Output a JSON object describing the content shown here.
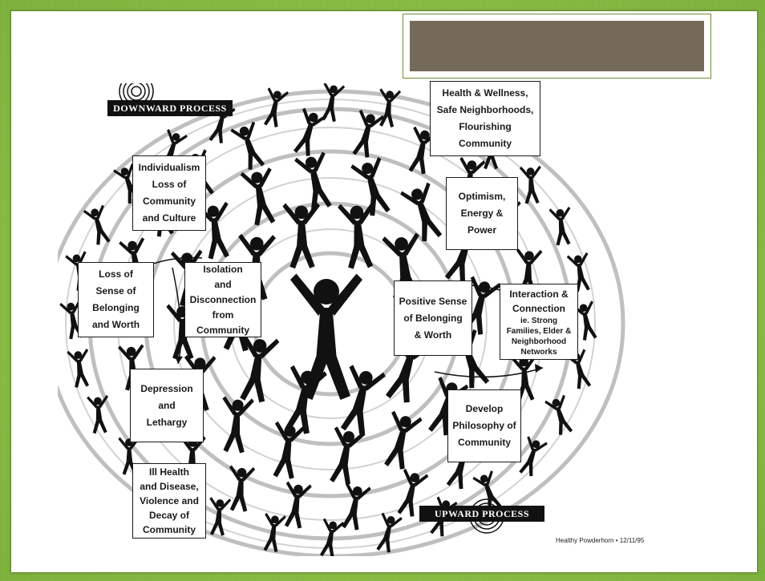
{
  "colors": {
    "background_green": "#8fc24a",
    "panel_white": "#ffffff",
    "title_box_fill": "#756959",
    "ink": "#1a1a1a"
  },
  "banners": {
    "downward": "DOWNWARD PROCESS",
    "upward": "UPWARD PROCESS"
  },
  "boxes": {
    "health_wellness": "Health & Wellness,\nSafe Neighborhoods,\nFlourishing\nCommunity",
    "individualism": "Individualism\nLoss of\nCommunity\nand Culture",
    "optimism": "Optimism,\nEnergy &\nPower",
    "loss_of_sense": "Loss of\nSense of\nBelonging\nand Worth",
    "isolation": "Isolation\nand\nDisconnection\nfrom\nCommunity",
    "positive_sense": "Positive Sense\nof Belonging\n& Worth",
    "interaction_title": "Interaction &\nConnection",
    "interaction_sub": "ie. Strong\nFamilies, Elder &\nNeighborhood\nNetworks",
    "depression": "Depression\nand\nLethargy",
    "develop": "Develop\nPhilosophy of\nCommunity",
    "ill_health": "Ill Health\nand Disease,\nViolence and\nDecay of\nCommunity"
  },
  "credit": "Healthy Powderhorn • 12/11/95",
  "icons": [
    "spiral-target-icon",
    "dancing-figure-icon",
    "arrow-icon"
  ]
}
